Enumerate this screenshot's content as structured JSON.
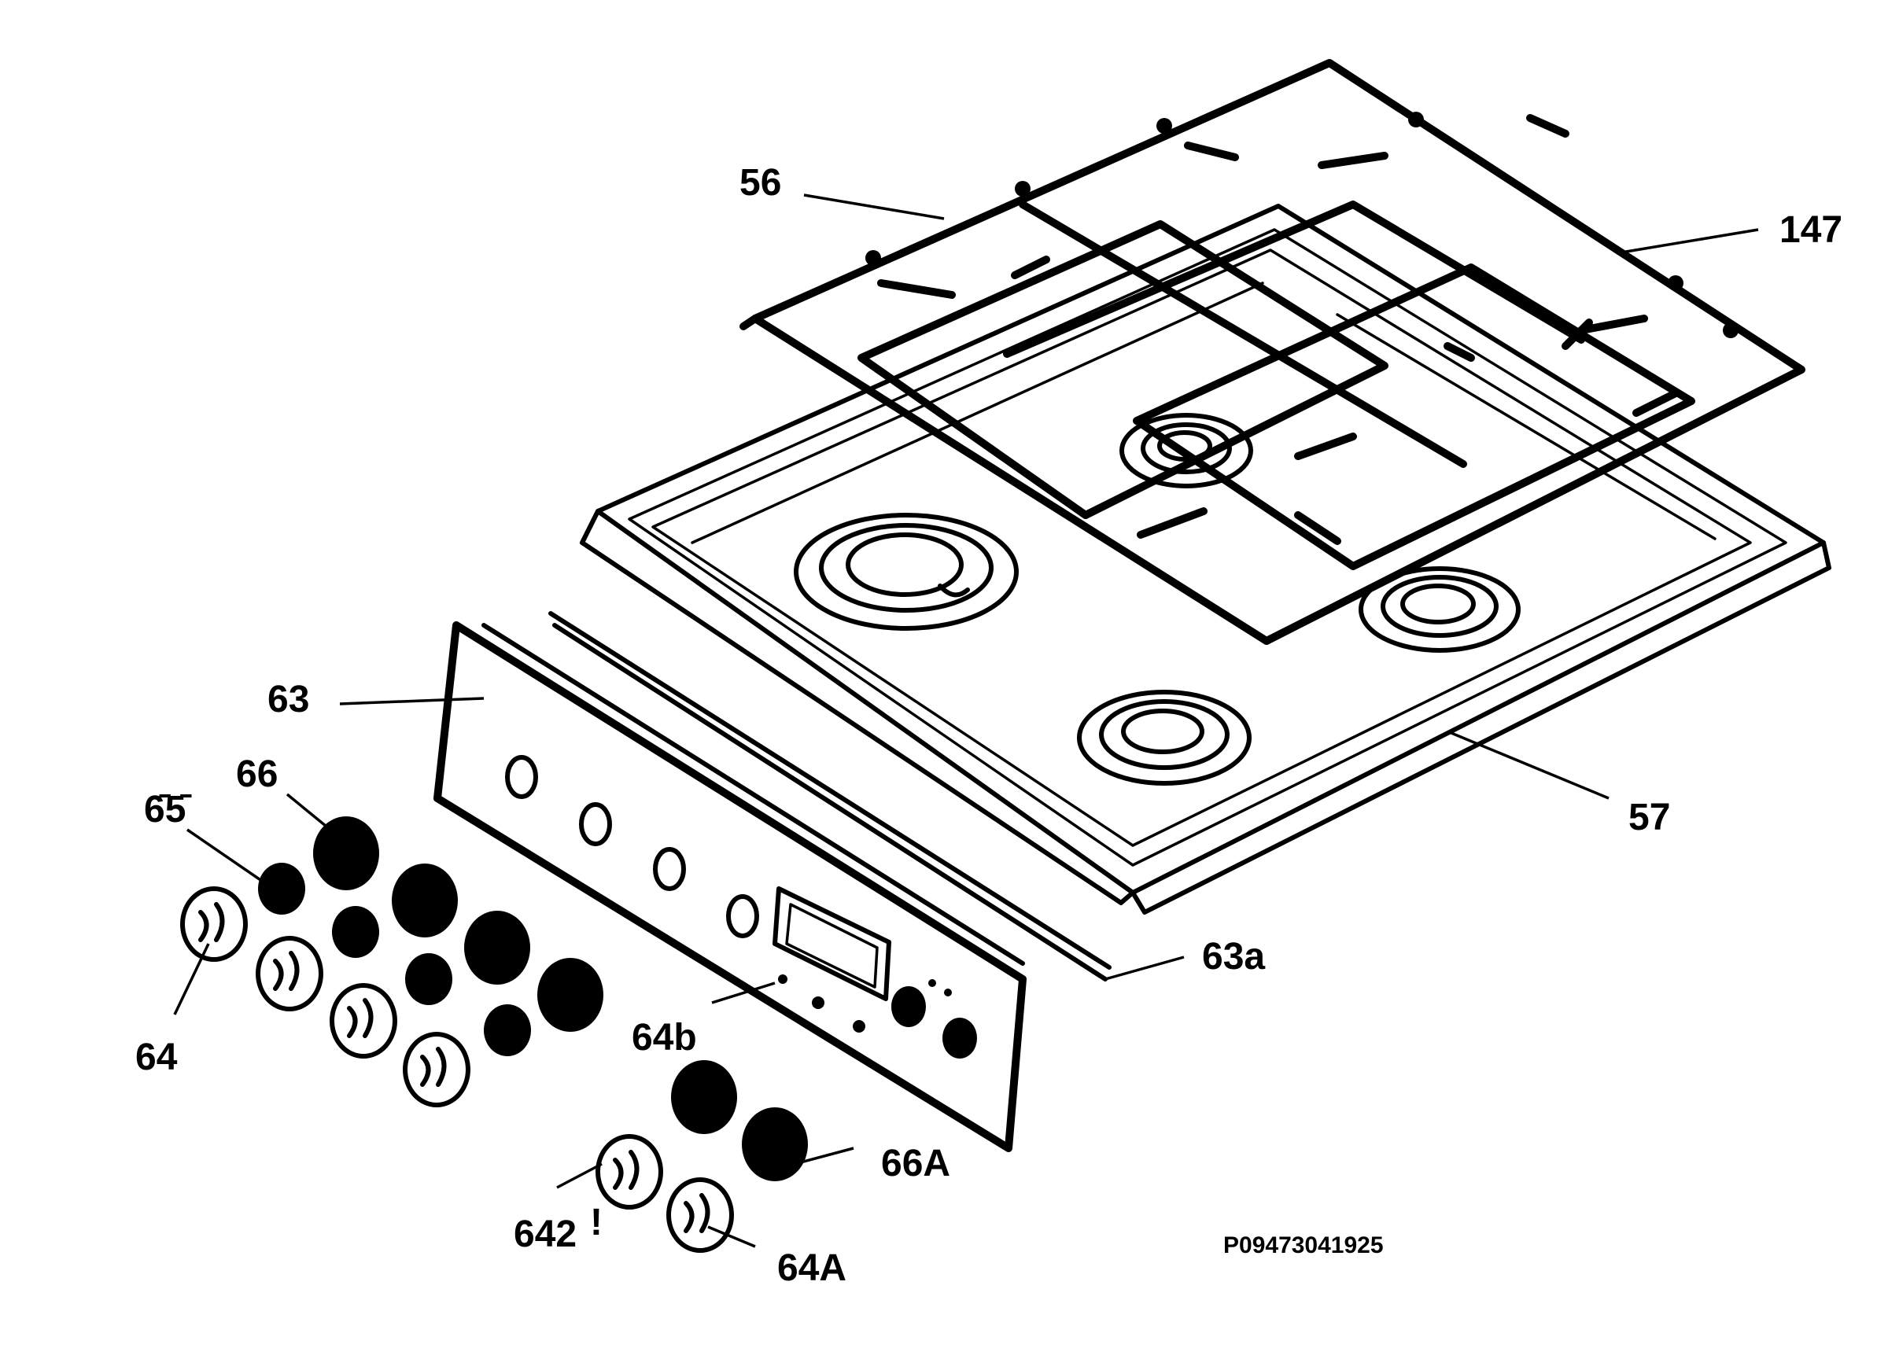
{
  "labels": {
    "l56": "56",
    "l147": "147",
    "l63": "63",
    "l57": "57",
    "l66": "66",
    "l65": "6̄5̄",
    "l64": "64",
    "l63a": "63a",
    "l64b": "64b",
    "l66A": "66A",
    "l642": "642",
    "l642mark": "!",
    "l64A": "64A"
  },
  "drawing_code": "P09473041925"
}
